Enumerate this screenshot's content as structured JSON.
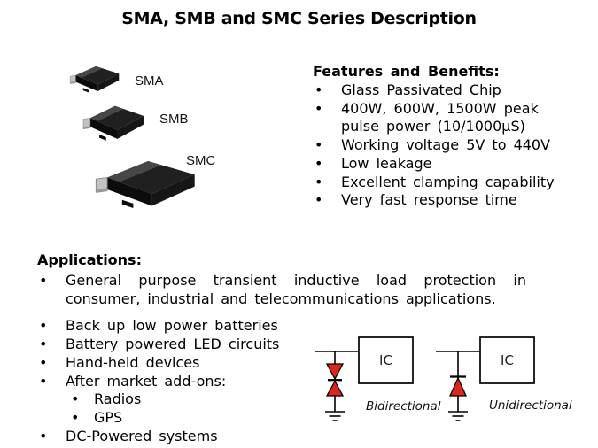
{
  "title": "SMA, SMB and SMC Series Description",
  "packages": {
    "sma_label": "SMA",
    "smb_label": "SMB",
    "smc_label": "SMC"
  },
  "features": {
    "heading": "Features and Benefits:",
    "items": [
      "Glass Passivated Chip",
      "400W, 600W, 1500W peak pulse power (10/1000µS)",
      "Working voltage 5V to 440V",
      "Low leakage",
      "Excellent clamping capability",
      "Very fast response time"
    ]
  },
  "applications": {
    "heading": "Applications:",
    "intro": "General purpose transient inductive load protection in consumer, industrial and telecommunications applications.",
    "items": [
      "Back up low power batteries",
      "Battery powered LED circuits",
      "Hand-held devices",
      "After market add-ons:",
      "DC-Powered systems"
    ],
    "sub_items": [
      "Radios",
      "GPS"
    ]
  },
  "circuits": {
    "ic_label": "IC",
    "bidirectional": {
      "label": "Bidirectional"
    },
    "unidirectional": {
      "label": "Unidirectional"
    },
    "diode_color": "#e2231a",
    "line_color": "#000000"
  }
}
